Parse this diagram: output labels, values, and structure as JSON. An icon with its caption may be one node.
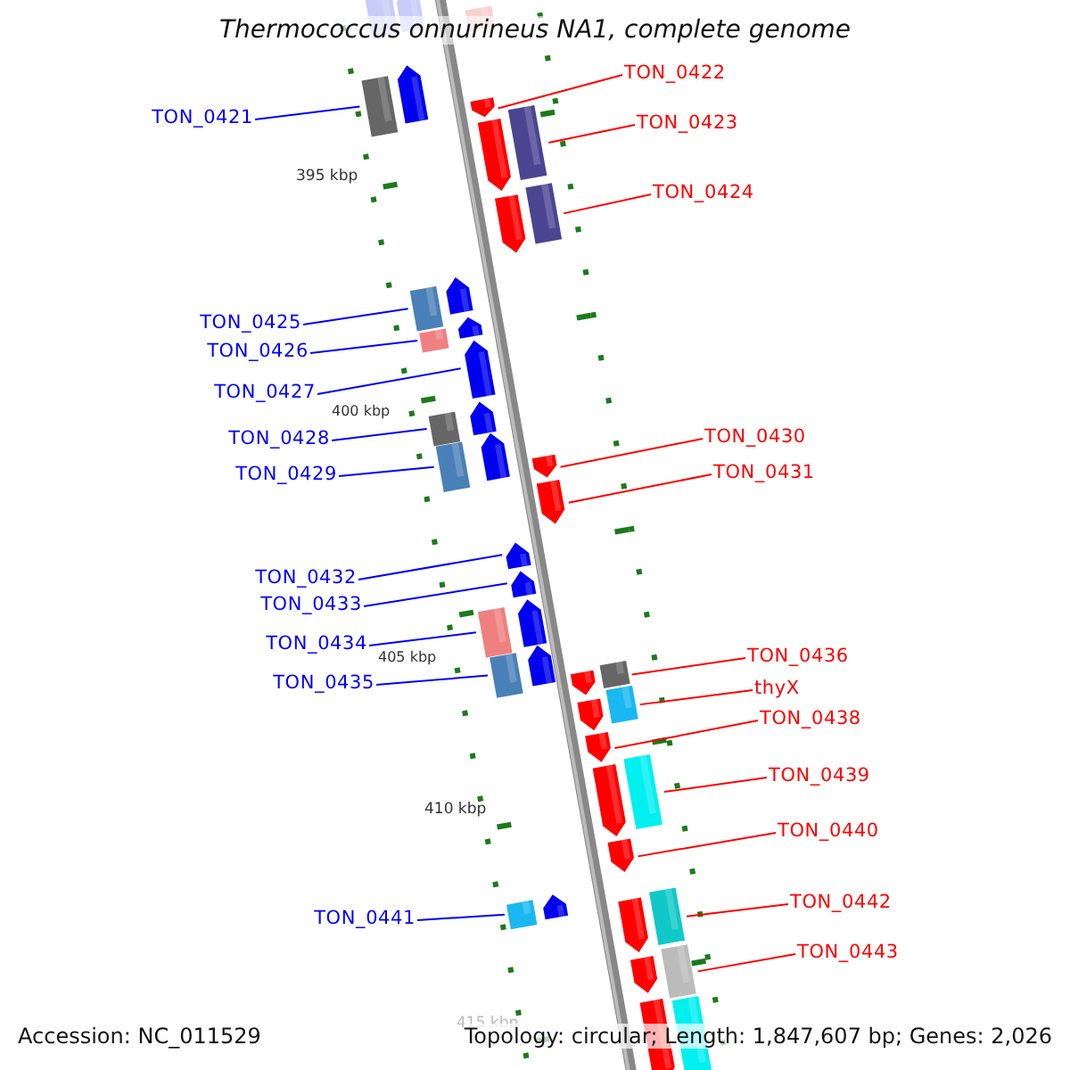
{
  "diagram": {
    "title": "Thermococcus onnurineus NA1, complete genome",
    "nodes": [
      {
        "text": [
          "TON_0421"
        ]
      },
      {
        "text": [
          "TON_0422"
        ]
      },
      {
        "text": [
          "TON_0423"
        ]
      },
      {
        "text": [
          "TON_0424"
        ]
      },
      {
        "text": [
          "TON_0425"
        ]
      },
      {
        "text": [
          "TON_0426"
        ]
      },
      {
        "text": [
          "TON_0427"
        ]
      },
      {
        "text": [
          "TON_0428"
        ]
      },
      {
        "text": [
          "TON_0429"
        ]
      },
      {
        "text": [
          "TON_0430"
        ]
      },
      {
        "text": [
          "TON_0431"
        ]
      },
      {
        "text": [
          "TON_0432"
        ]
      },
      {
        "text": [
          "TON_0433"
        ]
      },
      {
        "text": [
          "TON_0434"
        ]
      },
      {
        "text": [
          "TON_0435"
        ]
      },
      {
        "text": [
          "TON_0436"
        ]
      },
      {
        "text": [
          "thyX"
        ]
      },
      {
        "text": [
          "TON_0438"
        ]
      },
      {
        "text": [
          "TON_0439"
        ]
      },
      {
        "text": [
          "TON_0440"
        ]
      },
      {
        "text": [
          "TON_0441"
        ]
      },
      {
        "text": [
          "TON_0442"
        ]
      },
      {
        "text": [
          "TON_0443"
        ]
      },
      {
        "text": [],
        "shape": "box"
      },
      {
        "text": [],
        "shape": "arrow"
      },
      {
        "text": [],
        "shape": "box"
      },
      {
        "text": [],
        "shape": "box"
      },
      {
        "text": [],
        "shape": "arrow"
      },
      {
        "text": [],
        "shape": "arrow"
      },
      {
        "text": [],
        "shape": "arrow"
      },
      {
        "text": [],
        "shape": "box"
      },
      {
        "text": [],
        "shape": "arrow"
      },
      {
        "text": [],
        "shape": "box"
      },
      {
        "text": [],
        "shape": "box"
      },
      {
        "text": [],
        "shape": "arrow"
      },
      {
        "text": [],
        "shape": "box"
      },
      {
        "text": [],
        "shape": "arrow"
      },
      {
        "text": [],
        "shape": "arrow"
      },
      {
        "text": [],
        "shape": "box"
      },
      {
        "text": [],
        "shape": "arrow"
      },
      {
        "text": [],
        "shape": "box"
      },
      {
        "text": [],
        "shape": "arrow"
      },
      {
        "text": [],
        "shape": "arrow"
      },
      {
        "text": [],
        "shape": "arrow"
      },
      {
        "text": [],
        "shape": "arrow"
      },
      {
        "text": [],
        "shape": "arrow"
      },
      {
        "text": [],
        "shape": "arrow"
      },
      {
        "text": [],
        "shape": "arrow"
      },
      {
        "text": [],
        "shape": "box"
      },
      {
        "text": [],
        "shape": "box"
      },
      {
        "text": [],
        "shape": "arrow"
      },
      {
        "text": [],
        "shape": "box"
      },
      {
        "text": [],
        "shape": "arrow"
      },
      {
        "text": [],
        "shape": "box"
      },
      {
        "text": [],
        "shape": "arrow"
      },
      {
        "text": [],
        "shape": "arrow"
      },
      {
        "text": [],
        "shape": "box"
      },
      {
        "text": [],
        "shape": "arrow"
      },
      {
        "text": [],
        "shape": "box"
      },
      {
        "text": [],
        "shape": "arrow"
      },
      {
        "text": [],
        "shape": "arrow"
      },
      {
        "text": [],
        "shape": "box"
      },
      {
        "text": [],
        "shape": "arrow"
      },
      {
        "text": [],
        "shape": "box"
      },
      {
        "text": [],
        "shape": "arrow"
      },
      {
        "text": [],
        "shape": "box"
      }
    ],
    "edges": [
      {
        "from": 0,
        "to": 26,
        "arrow": "none",
        "color": "#0000ff"
      },
      {
        "from": 1,
        "to": 28,
        "arrow": "none"
      },
      {
        "from": 2,
        "to": 30,
        "arrow": "none"
      },
      {
        "from": 3,
        "to": 32,
        "arrow": "none"
      },
      {
        "from": 4,
        "to": 33,
        "arrow": "none",
        "color": "#0000ff"
      },
      {
        "from": 5,
        "to": 35,
        "arrow": "none",
        "color": "#0000ff"
      },
      {
        "from": 6,
        "to": 37,
        "arrow": "none",
        "color": "#0000ff"
      },
      {
        "from": 7,
        "to": 38,
        "arrow": "none",
        "color": "#0000ff"
      },
      {
        "from": 8,
        "to": 40,
        "arrow": "none",
        "color": "#0000ff"
      },
      {
        "from": 9,
        "to": 42,
        "arrow": "none"
      },
      {
        "from": 10,
        "to": 43,
        "arrow": "none"
      },
      {
        "from": 11,
        "to": 44,
        "arrow": "none",
        "color": "#0000ff"
      },
      {
        "from": 12,
        "to": 45,
        "arrow": "none",
        "color": "#0000ff"
      },
      {
        "from": 13,
        "to": 48,
        "arrow": "none",
        "color": "#0000ff"
      },
      {
        "from": 14,
        "to": 49,
        "arrow": "none",
        "color": "#0000ff"
      },
      {
        "from": 15,
        "to": 51,
        "arrow": "none"
      },
      {
        "from": 16,
        "to": 53,
        "arrow": "none"
      },
      {
        "from": 17,
        "to": 54,
        "arrow": "none"
      },
      {
        "from": 18,
        "to": 56,
        "arrow": "none"
      },
      {
        "from": 19,
        "to": 57,
        "arrow": "none"
      },
      {
        "from": 20,
        "to": 58,
        "arrow": "none",
        "color": "#0000ff"
      },
      {
        "from": 21,
        "to": 61,
        "arrow": "none"
      },
      {
        "from": 22,
        "to": 63,
        "arrow": "none"
      }
    ],
    "labels": [
      "395 kbp",
      "400 kbp",
      "405 kbp",
      "410 kbp",
      "415 kbp",
      "Accession: NC_011529",
      "Topology: circular; Length: 1,847,607 bp; Genes: 2,026"
    ]
  }
}
